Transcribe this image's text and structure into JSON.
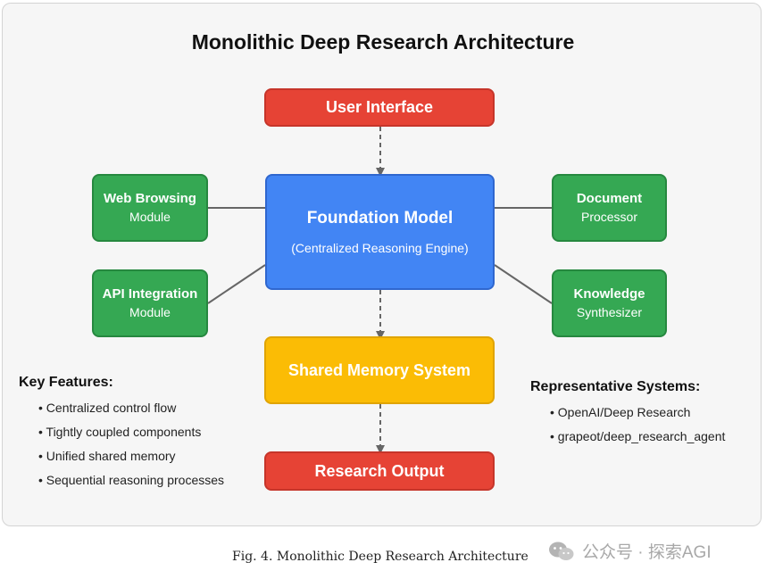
{
  "title": "Monolithic Deep Research Architecture",
  "nodes": {
    "user_interface": "User Interface",
    "foundation_model": {
      "title": "Foundation Model",
      "subtitle": "(Centralized Reasoning Engine)"
    },
    "web_browsing": {
      "line1": "Web Browsing",
      "line2": "Module"
    },
    "api_integration": {
      "line1": "API Integration",
      "line2": "Module"
    },
    "document_processor": {
      "line1": "Document",
      "line2": "Processor"
    },
    "knowledge_synthesizer": {
      "line1": "Knowledge",
      "line2": "Synthesizer"
    },
    "shared_memory": "Shared Memory System",
    "research_output": "Research Output"
  },
  "key_features": {
    "heading": "Key Features:",
    "items": [
      "• Centralized control flow",
      "• Tightly coupled components",
      "• Unified shared memory",
      "• Sequential reasoning processes"
    ]
  },
  "representative_systems": {
    "heading": "Representative Systems:",
    "items": [
      "• OpenAI/Deep Research",
      "• grapeot/deep_research_agent"
    ]
  },
  "caption": "Fig. 4.  Monolithic Deep Research Architecture",
  "watermark": "公众号 · 探索AGI",
  "colors": {
    "red": "#e64335",
    "blue": "#4285f4",
    "green": "#35a853",
    "yellow": "#fbbc05",
    "connector": "#666666"
  }
}
